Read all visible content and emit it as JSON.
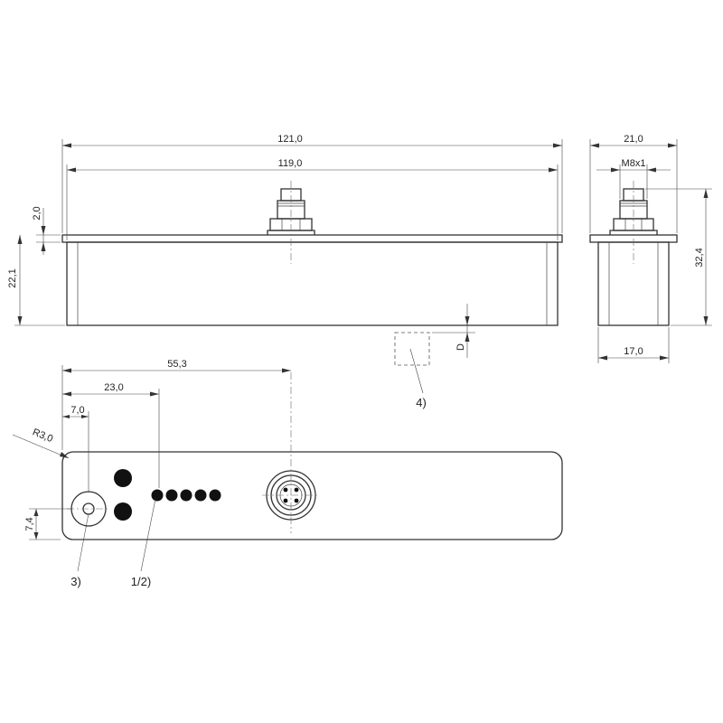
{
  "dimensions": {
    "overall_length": "121,0",
    "inner_length": "119,0",
    "flange_thickness": "2,0",
    "body_height": "22,1",
    "side_width_top": "21,0",
    "thread": "M8x1",
    "total_height": "32,4",
    "side_width_bottom": "17,0",
    "depth_d": "D",
    "connector_offset": "55,3",
    "led_offset": "23,0",
    "hole_offset": "7,0",
    "corner_radius": "R3,0",
    "hole_height": "7,4"
  },
  "callouts": {
    "sensing_face": "4)",
    "mounting_hole": "3)",
    "leds": "1/2)"
  }
}
